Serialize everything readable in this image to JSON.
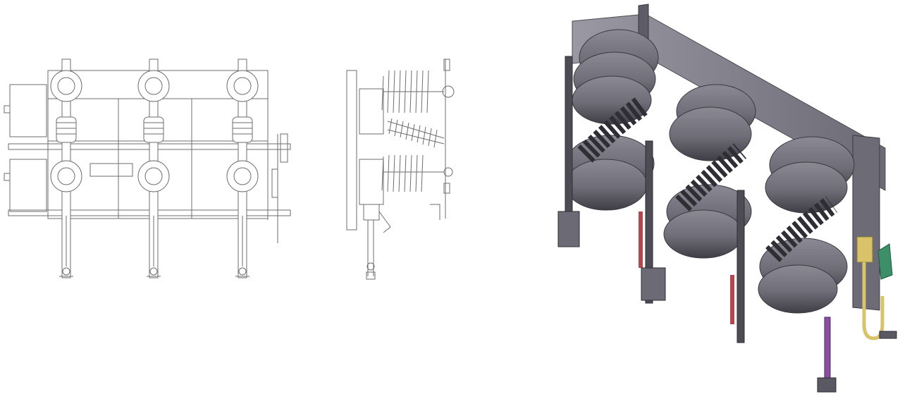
{
  "figure": {
    "views": [
      {
        "id": "front-view",
        "kind": "line-drawing front elevation",
        "phases": 3
      },
      {
        "id": "side-view",
        "kind": "line-drawing side elevation"
      },
      {
        "id": "iso-view",
        "kind": "shaded isometric render",
        "phases": 3
      }
    ]
  },
  "colors": {
    "line": "#6e6e6e",
    "insulator_shade": "#6f6d77",
    "insulator_dark": "#3f3d45",
    "frame_metal": "#8a8894",
    "frame_dark": "#4b4a52",
    "rod_red": "#b3474d",
    "rod_purple": "#8a4fa3",
    "handle_green": "#3d8f6a",
    "handle_yellow": "#d8c36a"
  }
}
